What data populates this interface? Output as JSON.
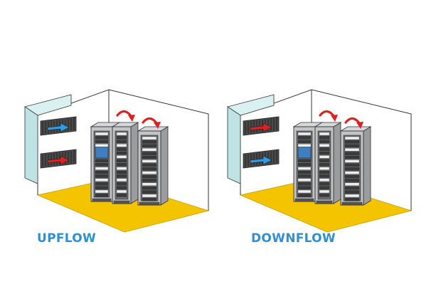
{
  "captions": {
    "upflow": "UPFLOW",
    "downflow": "DOWNFLOW"
  },
  "scenes": {
    "upflow": {
      "mode": "upflow",
      "top_vent_air": "cool",
      "bottom_vent_air": "warm"
    },
    "downflow": {
      "mode": "downflow",
      "top_vent_air": "warm",
      "bottom_vent_air": "cool"
    }
  },
  "icons": {
    "exhaust": "curved-arrow-icon",
    "rack": "server-rack",
    "vent": "wall-vent"
  },
  "colors": {
    "floor": "#f5c400",
    "wall_edge": "#333333",
    "unit_panel": "#d9f1f1",
    "cool_air": "#2f9be0",
    "warm_air": "#e02020",
    "exhaust_arrow": "#e02020",
    "rack_body": "#c2c4c6",
    "rack_dark": "#3a3a3a",
    "screen": "#3d7fc1",
    "caption": "#2f8fcf"
  }
}
